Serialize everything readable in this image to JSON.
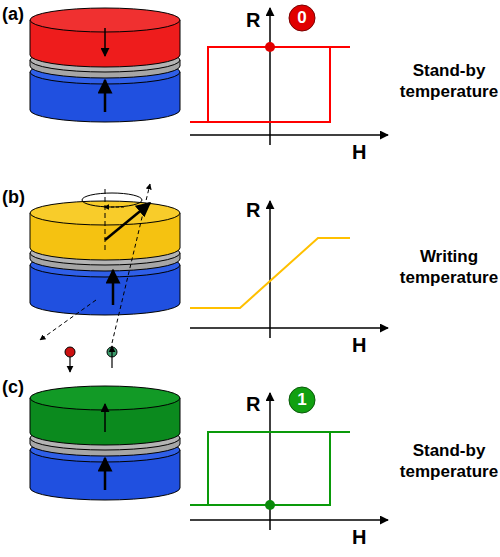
{
  "diagram": {
    "nodes": [
      {
        "text": [
          "0"
        ]
      },
      {
        "text": [
          "1"
        ]
      }
    ],
    "labels": [
      "(a)",
      "R",
      "H",
      "Stand-by temperature",
      "(b)",
      "R",
      "H",
      "Writing temperature",
      "(c)",
      "R",
      "H",
      "Stand-by temperature"
    ]
  }
}
